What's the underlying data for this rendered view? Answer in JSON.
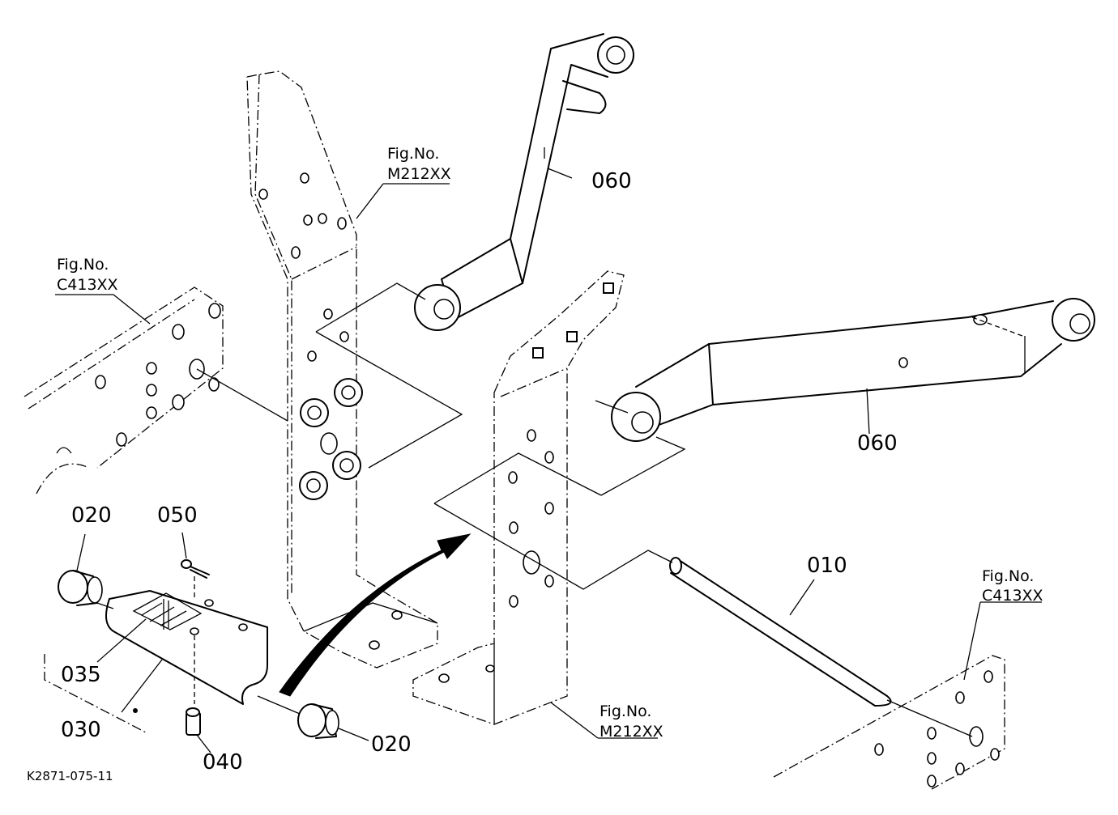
{
  "parts": {
    "p010": "010",
    "p020_left": "020",
    "p020_right": "020",
    "p030": "030",
    "p035": "035",
    "p040": "040",
    "p050": "050",
    "p060_upper": "060",
    "p060_lower": "060"
  },
  "figrefs": {
    "upper_center": {
      "label": "Fig.No.",
      "code": "M212XX"
    },
    "left": {
      "label": "Fig.No.",
      "code": "C413XX"
    },
    "lower_center": {
      "label": "Fig.No.",
      "code": "M212XX"
    },
    "lower_right": {
      "label": "Fig.No.",
      "code": "C413XX"
    }
  },
  "drawing_code": "K2871-075-11"
}
